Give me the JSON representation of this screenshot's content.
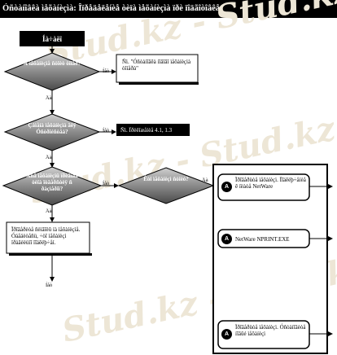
{
  "header": {
    "title": "Óñòàíîâêà ìåõàíèçìà: Îïðåäåëåíèå òèïà ìåõàíèçìà ïðè ïîäãîòîâêå"
  },
  "watermark": {
    "text": "Stud.kz - Stud.kz"
  },
  "flowchart": {
    "start": {
      "label": "Íà÷àëî"
    },
    "decision_1": {
      "label": "Â ìåõàíèçìå ñòîèò òîíåð?",
      "yes_label": "Äà",
      "no_label": "Íåò"
    },
    "note_1": {
      "label": "Ñì. \"Óñòàíîâêà íîâîãî ìåõàíèçìà òîíåðà\""
    },
    "decision_2": {
      "label": "Çàìåíà ìåõàíèçìà äëÿ Óñòðîéñòâà?",
      "yes_label": "Äà",
      "no_label": "Íåò"
    },
    "note_2": {
      "label": "Ñì. Ïðèëîæåíèå 4.1, 1.3"
    },
    "decision_3": {
      "label": "Âñå ìåõàíèçìû ïðèâîäà òèïà îòâåðñòèÿ ñ ðàçìåðîì?",
      "yes_label": "Äà",
      "no_label": "Íåò"
    },
    "decision_4": {
      "label": "Êòî ìåõàíèçì ñòîèò?",
      "yes_label": "Äà"
    },
    "note_3": {
      "label": "Ïðîâåðèòå ñèìâîëû íà ìåõàíèçìå. Óáåäèòåñü, ÷òî ìåõàíèçì ïðàâèëüíî ïîäêëþ÷åí."
    },
    "bottom_label": "Íåò",
    "result_group": {
      "items": [
        {
          "badge": "A",
          "label": "Ïðîâåðüòå ìåõàíèçì. Ïîäêëþ÷åíèå ê ïëàòå NetWare"
        },
        {
          "badge": "A",
          "label": "NetWare NPRINT.EXE"
        },
        {
          "badge": "A",
          "label": "Ïðîâåðüòå ìåõàíèçì. Óñòàíîâèòå íîâûé ìåõàíèçì"
        }
      ]
    }
  }
}
